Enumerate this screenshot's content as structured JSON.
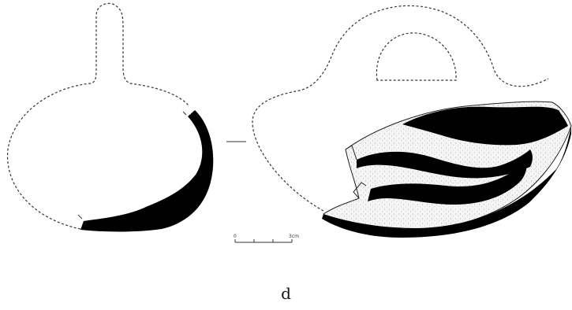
{
  "figure": {
    "caption_label": "d",
    "scale_bar": {
      "start_label": "0",
      "end_label": "3cm"
    }
  },
  "colors": {
    "ink": "#000000",
    "outline": "#333333",
    "fill": "#f4f4f4",
    "background": "#ffffff"
  }
}
